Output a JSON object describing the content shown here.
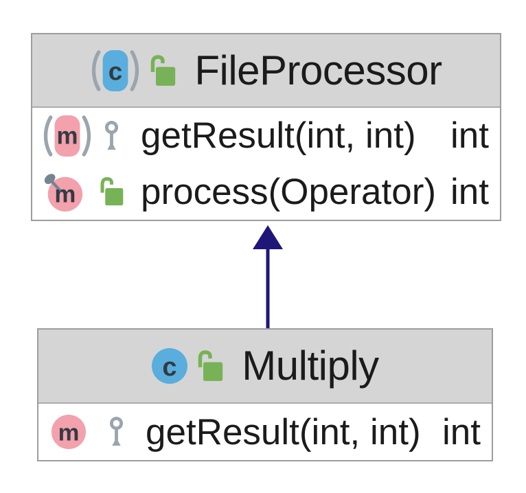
{
  "diagram_type": "uml-class-diagram",
  "colors": {
    "canvas_bg": "#ffffff",
    "header_bg": "#d5d5d5",
    "body_bg": "#ffffff",
    "box_border": "#9d9d9d",
    "divider": "#ababab",
    "text": "#1b1b1b",
    "class_blue": "#59aedd",
    "member_pink": "#f2a1ad",
    "lock_green": "#77b256",
    "key_gray": "#9aa5ae",
    "paren_gray": "#9aa5ae",
    "pin_gray": "#74858f",
    "icon_letter": "#343a42",
    "arrow": "#1e1778"
  },
  "icons": {
    "class_letter": "c",
    "method_letter": "m"
  },
  "classes": [
    {
      "name": "FileProcessor",
      "kind": "abstract class",
      "visibility_icon": "open-lock",
      "methods": [
        {
          "label": "getResult(int, int)",
          "return_type": "int",
          "modifier_icon": "abstract-method",
          "visibility_icon": "key"
        },
        {
          "label": "process(Operator)",
          "return_type": "int",
          "modifier_icon": "final-method",
          "visibility_icon": "open-lock"
        }
      ]
    },
    {
      "name": "Multiply",
      "kind": "class",
      "visibility_icon": "open-lock",
      "methods": [
        {
          "label": "getResult(int, int)",
          "return_type": "int",
          "modifier_icon": "method",
          "visibility_icon": "key"
        }
      ]
    }
  ],
  "relationships": [
    {
      "from": "Multiply",
      "to": "FileProcessor",
      "type": "inheritance",
      "style": "solid-filled-arrow"
    }
  ]
}
